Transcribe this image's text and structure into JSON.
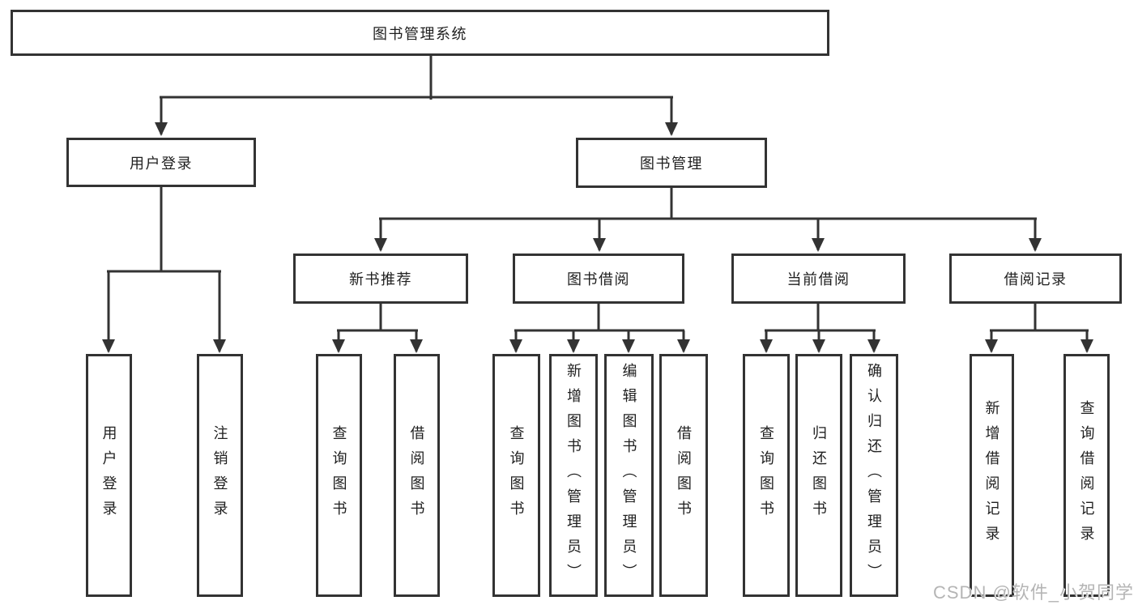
{
  "tree": {
    "root": {
      "label": "图书管理系统"
    },
    "children": [
      {
        "label": "用户登录",
        "children": [
          {
            "label": "用户登录"
          },
          {
            "label": "注销登录"
          }
        ]
      },
      {
        "label": "图书管理",
        "children": [
          {
            "label": "新书推荐",
            "children": [
              {
                "label": "查询图书"
              },
              {
                "label": "借阅图书"
              }
            ]
          },
          {
            "label": "图书借阅",
            "children": [
              {
                "label": "查询图书"
              },
              {
                "label": "新增图书（管理员）"
              },
              {
                "label": "编辑图书（管理员）"
              },
              {
                "label": "借阅图书"
              }
            ]
          },
          {
            "label": "当前借阅",
            "children": [
              {
                "label": "查询图书"
              },
              {
                "label": "归还图书"
              },
              {
                "label": "确认归还（管理员）"
              }
            ]
          },
          {
            "label": "借阅记录",
            "children": [
              {
                "label": "新增借阅记录"
              },
              {
                "label": "查询借阅记录"
              }
            ]
          }
        ]
      }
    ]
  },
  "watermark": {
    "text": "CSDN @软件_小贺同学",
    "color": "#b5b5b5"
  },
  "colors": {
    "background": "#ffffff",
    "box_border": "#333333",
    "connector": "#333333",
    "text": "#1f1f1f"
  }
}
